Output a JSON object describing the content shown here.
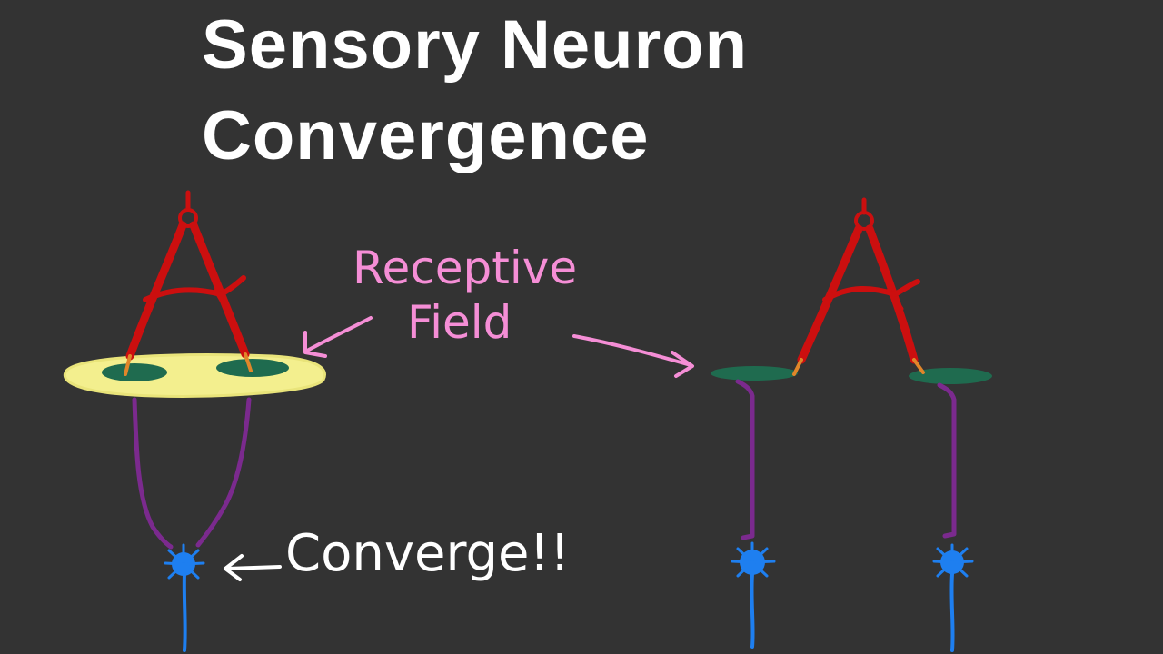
{
  "title": {
    "line1": "Sensory Neuron",
    "line2": "Convergence"
  },
  "labels": {
    "receptive_line1": "Receptive",
    "receptive_line2": "Field",
    "converge": "Converge!!"
  },
  "colors": {
    "background": "#333333",
    "title": "#ffffff",
    "caliper": "#cc0f0f",
    "caliper_tip": "#e0862a",
    "receptive_field": "#f3ef8e",
    "receptor": "#1f6b4f",
    "axon": "#7b2a8e",
    "neuron": "#1e7ff0",
    "annotation_pink": "#f58ed6",
    "annotation_white": "#ffffff"
  },
  "icons": [
    "caliper-icon",
    "neuron-icon",
    "arrow-icon"
  ]
}
